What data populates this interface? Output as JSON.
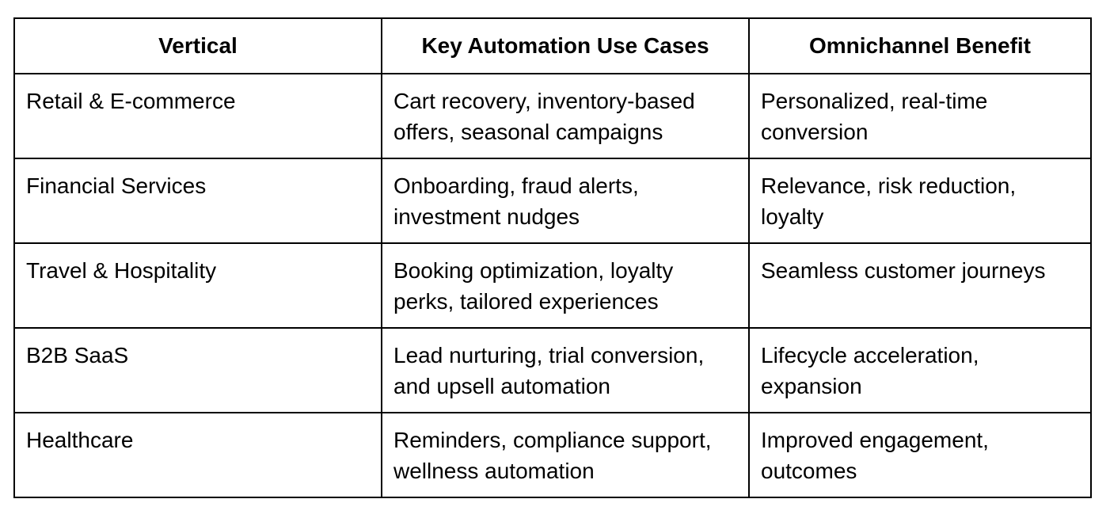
{
  "table": {
    "headers": [
      "Vertical",
      "Key Automation Use Cases",
      "Omnichannel Benefit"
    ],
    "rows": [
      [
        "Retail & E-commerce",
        "Cart recovery, inventory-based offers, seasonal campaigns",
        "Personalized, real-time conversion"
      ],
      [
        "Financial Services",
        "Onboarding, fraud alerts, investment nudges",
        "Relevance, risk reduction, loyalty"
      ],
      [
        "Travel & Hospitality",
        "Booking optimization, loyalty perks, tailored experiences",
        "Seamless customer journeys"
      ],
      [
        "B2B SaaS",
        "Lead nurturing, trial conversion, and upsell automation",
        "Lifecycle acceleration, expansion"
      ],
      [
        "Healthcare",
        "Reminders, compliance support, wellness automation",
        "Improved engagement, outcomes"
      ]
    ]
  }
}
